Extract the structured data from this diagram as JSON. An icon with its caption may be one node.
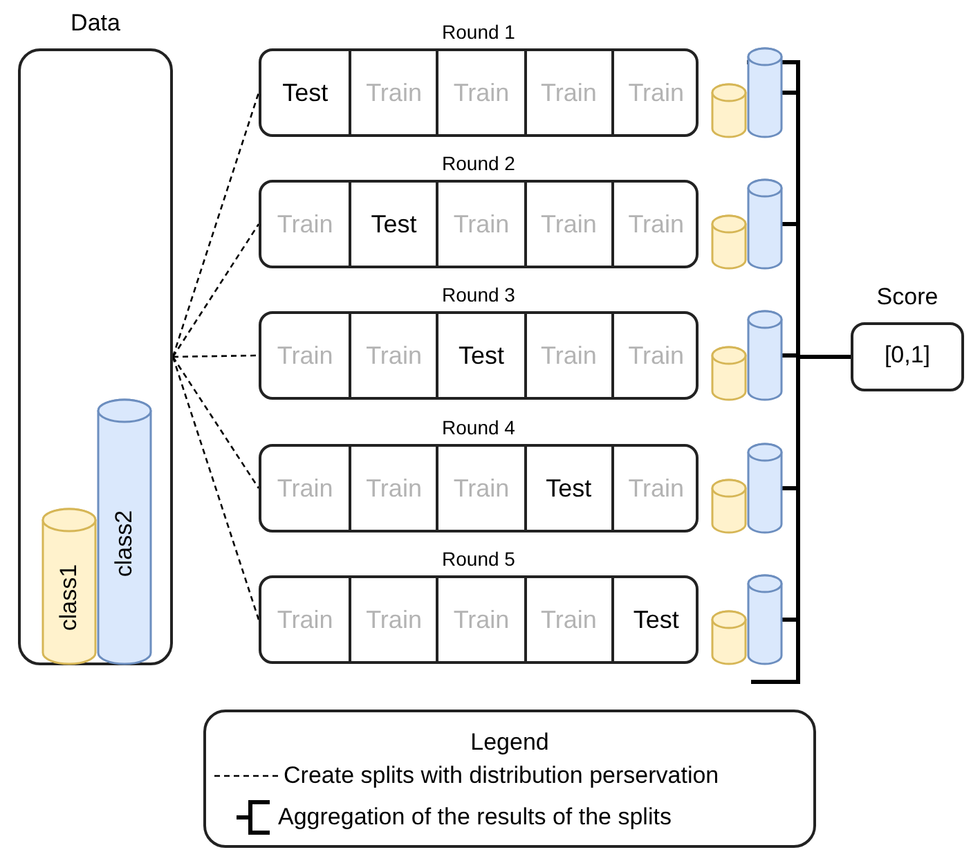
{
  "diagram": {
    "nodes": [
      {
        "text": [
          "Data"
        ]
      },
      {
        "text": [
          "class1"
        ],
        "in": 0
      },
      {
        "text": [
          "class2"
        ],
        "in": 0
      },
      {
        "text": [
          "Round 1"
        ]
      },
      {
        "text": [
          "Round 2"
        ]
      },
      {
        "text": [
          "Round 3"
        ]
      },
      {
        "text": [
          "Round 4"
        ]
      },
      {
        "text": [
          "Round 5"
        ]
      },
      {
        "text": [
          "Test"
        ],
        "in": 3
      },
      {
        "text": [
          "Train"
        ],
        "in": 3
      },
      {
        "text": [
          "Train"
        ],
        "in": 3
      },
      {
        "text": [
          "Train"
        ],
        "in": 3
      },
      {
        "text": [
          "Train"
        ],
        "in": 3
      },
      {
        "text": [
          "Train"
        ],
        "in": 4
      },
      {
        "text": [
          "Test"
        ],
        "in": 4
      },
      {
        "text": [
          "Train"
        ],
        "in": 4
      },
      {
        "text": [
          "Train"
        ],
        "in": 4
      },
      {
        "text": [
          "Train"
        ],
        "in": 4
      },
      {
        "text": [
          "Train"
        ],
        "in": 5
      },
      {
        "text": [
          "Train"
        ],
        "in": 5
      },
      {
        "text": [
          "Test"
        ],
        "in": 5
      },
      {
        "text": [
          "Train"
        ],
        "in": 5
      },
      {
        "text": [
          "Train"
        ],
        "in": 5
      },
      {
        "text": [
          "Train"
        ],
        "in": 6
      },
      {
        "text": [
          "Train"
        ],
        "in": 6
      },
      {
        "text": [
          "Train"
        ],
        "in": 6
      },
      {
        "text": [
          "Test"
        ],
        "in": 6
      },
      {
        "text": [
          "Train"
        ],
        "in": 6
      },
      {
        "text": [
          "Train"
        ],
        "in": 7
      },
      {
        "text": [
          "Train"
        ],
        "in": 7
      },
      {
        "text": [
          "Train"
        ],
        "in": 7
      },
      {
        "text": [
          "Train"
        ],
        "in": 7
      },
      {
        "text": [
          "Test"
        ],
        "in": 7
      },
      {
        "text": [],
        "shape": "cylinder"
      },
      {
        "text": [],
        "shape": "cylinder"
      },
      {
        "text": [],
        "shape": "cylinder"
      },
      {
        "text": [],
        "shape": "cylinder"
      },
      {
        "text": [],
        "shape": "cylinder"
      },
      {
        "text": [],
        "shape": "cylinder"
      },
      {
        "text": [],
        "shape": "cylinder"
      },
      {
        "text": [],
        "shape": "cylinder"
      },
      {
        "text": [],
        "shape": "cylinder"
      },
      {
        "text": [],
        "shape": "cylinder"
      },
      {
        "text": [
          "Score",
          "[0,1]"
        ]
      }
    ],
    "edges": [
      {
        "from": 0,
        "to": 3,
        "arrow": "none",
        "style": "dashed"
      },
      {
        "from": 0,
        "to": 4,
        "arrow": "none",
        "style": "dashed"
      },
      {
        "from": 0,
        "to": 5,
        "arrow": "none",
        "style": "dashed"
      },
      {
        "from": 0,
        "to": 6,
        "arrow": "none",
        "style": "dashed"
      },
      {
        "from": 0,
        "to": 7,
        "arrow": "none",
        "style": "dashed"
      },
      {
        "from": 34,
        "to": 43,
        "arrow": "none",
        "style": "thick"
      },
      {
        "from": 36,
        "to": 43,
        "arrow": "none",
        "style": "thick"
      },
      {
        "from": 38,
        "to": 43,
        "arrow": "none",
        "style": "thick"
      },
      {
        "from": 40,
        "to": 43,
        "arrow": "none",
        "style": "thick"
      },
      {
        "from": 42,
        "to": 43,
        "arrow": "none",
        "style": "thick"
      }
    ],
    "labels": [
      "Legend"
    ],
    "legend": [
      {
        "text": "Create splits with distribution perservation"
      },
      {
        "text": "Aggregation of the results of the splits"
      }
    ]
  }
}
